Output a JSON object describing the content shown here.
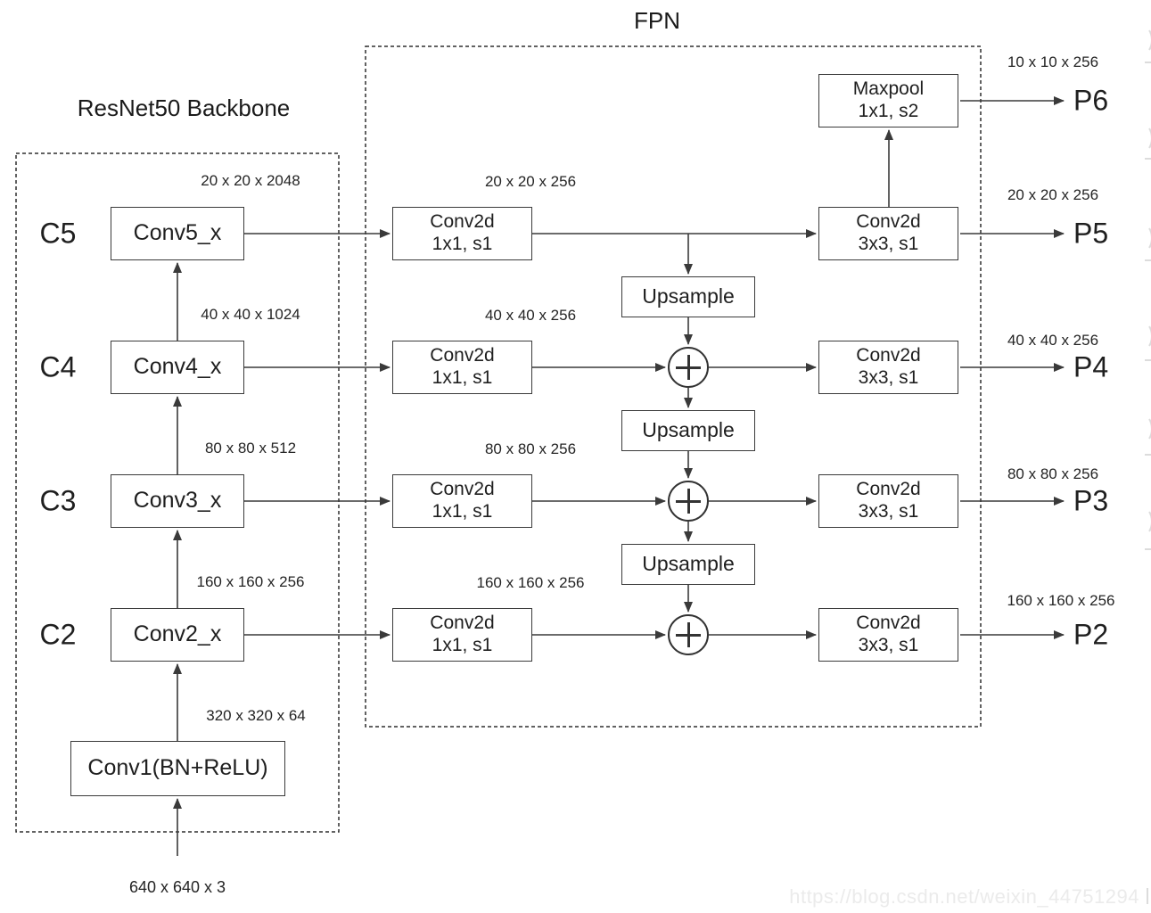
{
  "backbone": {
    "title": "ResNet50 Backbone",
    "stages": [
      {
        "label": "C5",
        "box": "Conv5_x",
        "dim": "20 x 20 x 2048"
      },
      {
        "label": "C4",
        "box": "Conv4_x",
        "dim": "40 x 40 x 1024"
      },
      {
        "label": "C3",
        "box": "Conv3_x",
        "dim": "80 x 80 x 512"
      },
      {
        "label": "C2",
        "box": "Conv2_x",
        "dim": "160 x 160 x 256"
      }
    ],
    "stem": {
      "box": "Conv1(BN+ReLU)",
      "dim": "320 x 320 x 64"
    },
    "input_dim": "640 x 640 x 3"
  },
  "fpn": {
    "title": "FPN",
    "laterals": [
      {
        "line1": "Conv2d",
        "line2": "1x1, s1",
        "dim": "20 x 20 x 256"
      },
      {
        "line1": "Conv2d",
        "line2": "1x1, s1",
        "dim": "40 x 40 x 256"
      },
      {
        "line1": "Conv2d",
        "line2": "1x1, s1",
        "dim": "80 x 80 x 256"
      },
      {
        "line1": "Conv2d",
        "line2": "1x1, s1",
        "dim": "160 x 160 x 256"
      }
    ],
    "upsamples": [
      "Upsample",
      "Upsample",
      "Upsample"
    ],
    "heads": [
      {
        "line1": "Conv2d",
        "line2": "3x3, s1"
      },
      {
        "line1": "Conv2d",
        "line2": "3x3, s1"
      },
      {
        "line1": "Conv2d",
        "line2": "3x3, s1"
      },
      {
        "line1": "Conv2d",
        "line2": "3x3, s1"
      }
    ],
    "maxpool": {
      "line1": "Maxpool",
      "line2": "1x1, s2"
    },
    "outputs": [
      {
        "label": "P6",
        "dim": "10 x 10 x 256"
      },
      {
        "label": "P5",
        "dim": "20 x 20 x 256"
      },
      {
        "label": "P4",
        "dim": "40 x 40 x 256"
      },
      {
        "label": "P3",
        "dim": "80 x 80 x 256"
      },
      {
        "label": "P2",
        "dim": "160 x 160 x 256"
      }
    ]
  },
  "watermark": "https://blog.csdn.net/weixin_44751294",
  "colors": {
    "line": "#3a3a3a",
    "text": "#1f1f1f",
    "watermark": "#ebebeb"
  }
}
